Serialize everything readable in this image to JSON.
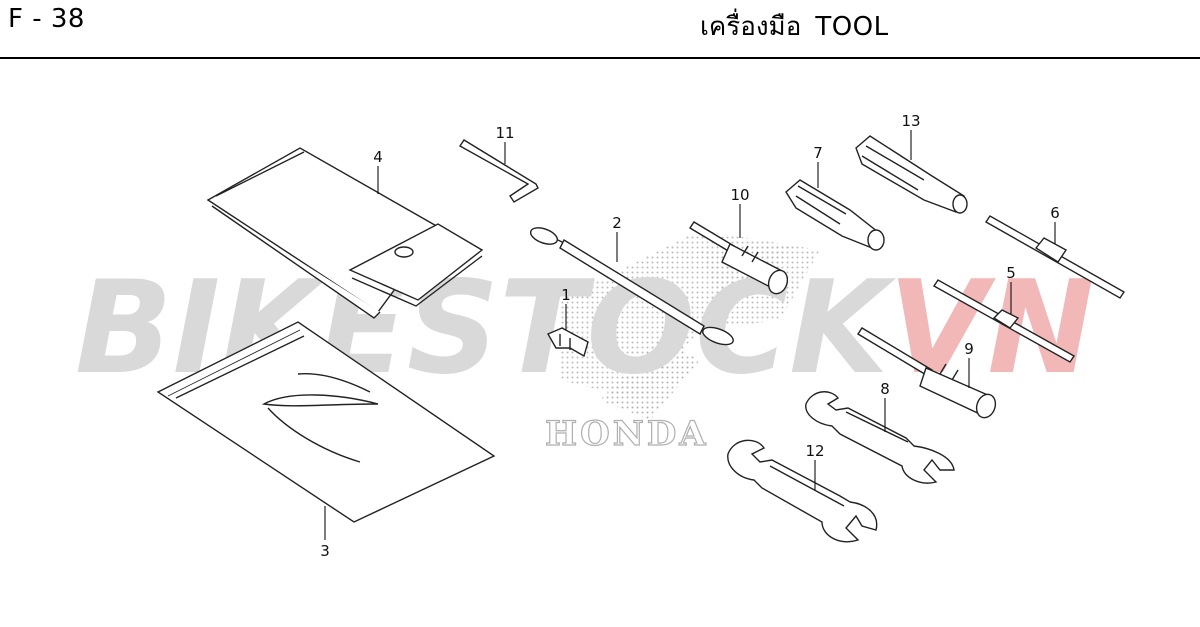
{
  "header": {
    "page_code": "F - 38",
    "title_thai": "เครื่องมือ",
    "title_en": "TOOL"
  },
  "watermark": {
    "brand_main": "BIKESTOCK",
    "brand_accent": "VN",
    "logo_text": "HONDA",
    "main_color": "#d9d9d9",
    "accent_color": "#f2b8b8"
  },
  "parts": [
    {
      "num": "1",
      "item": "clip"
    },
    {
      "num": "2",
      "item": "helmet-holder-cable"
    },
    {
      "num": "3",
      "item": "manual-bag"
    },
    {
      "num": "4",
      "item": "tool-bag"
    },
    {
      "num": "5",
      "item": "screwdriver-bit"
    },
    {
      "num": "6",
      "item": "screwdriver-bit"
    },
    {
      "num": "7",
      "item": "screwdriver-grip"
    },
    {
      "num": "8",
      "item": "open-end-wrench"
    },
    {
      "num": "9",
      "item": "spark-plug-wrench"
    },
    {
      "num": "10",
      "item": "socket-wrench"
    },
    {
      "num": "11",
      "item": "hex-key"
    },
    {
      "num": "12",
      "item": "open-end-wrench"
    },
    {
      "num": "13",
      "item": "screwdriver-handle"
    }
  ]
}
